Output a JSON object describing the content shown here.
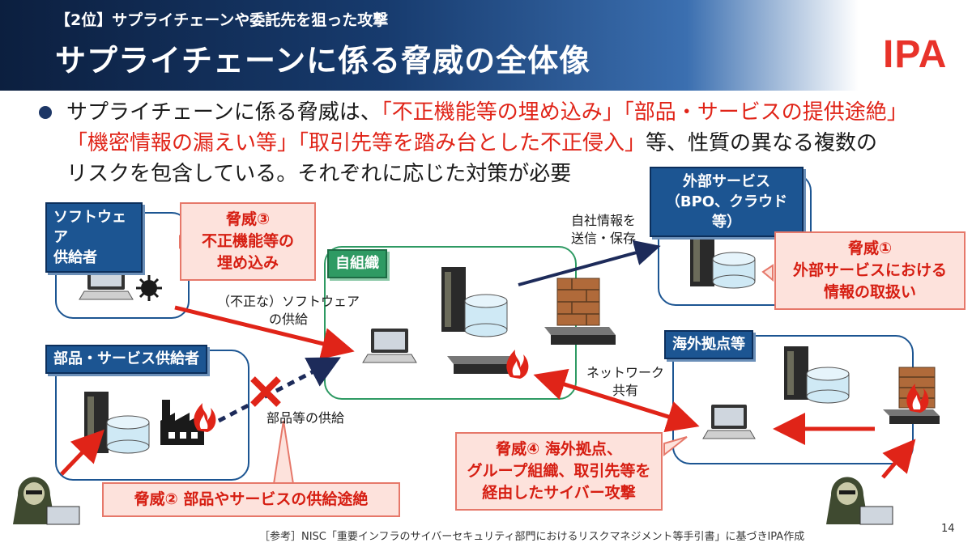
{
  "header": {
    "subtitle": "【2位】サプライチェーンや委託先を狙った攻撃",
    "title": "サプライチェーンに係る脅威の全体像",
    "logo": "IPA"
  },
  "intro": {
    "p1": "サプライチェーンに係る脅威は、",
    "r1": "「不正機能等の埋め込み」「部品・サービスの提供途絶」",
    "r2": "「機密情報の漏えい等」「取引先等を踏み台とした不正侵入」",
    "p2": "等、性質の異なる複数の",
    "p3": "リスクを包含している。それぞれに応じた対策が必要"
  },
  "boxes": {
    "software_supplier": "ソフトウェア\n供給者",
    "own_org": "自組織",
    "external_service": "外部サービス\n（BPO、クラウド等）",
    "parts_supplier": "部品・サービス供給者",
    "overseas": "海外拠点等"
  },
  "threats": {
    "t1": "脅威①\n外部サービスにおける\n情報の取扱い",
    "t2": "脅威②  部品やサービスの供給途絶",
    "t3": "脅威③\n不正機能等の\n埋め込み",
    "t4": "脅威④  海外拠点、\nグループ組織、取引先等を\n経由したサイバー攻撃"
  },
  "flows": {
    "software_supply": "（不正な）ソフトウェア\nの供給",
    "send_store": "自社情報を\n送信・保存",
    "parts_supply": "部品等の供給",
    "network_share": "ネットワーク\n共有"
  },
  "footer": {
    "source": "［参考］NISC「重要インフラのサイバーセキュリティ部門におけるリスクマネジメント等手引書」に基づきIPA作成",
    "page": "14"
  },
  "colors": {
    "navy": "#1c5592",
    "green": "#2e9a63",
    "threat_red": "#e02418",
    "callout_bg": "#fde2dc"
  }
}
